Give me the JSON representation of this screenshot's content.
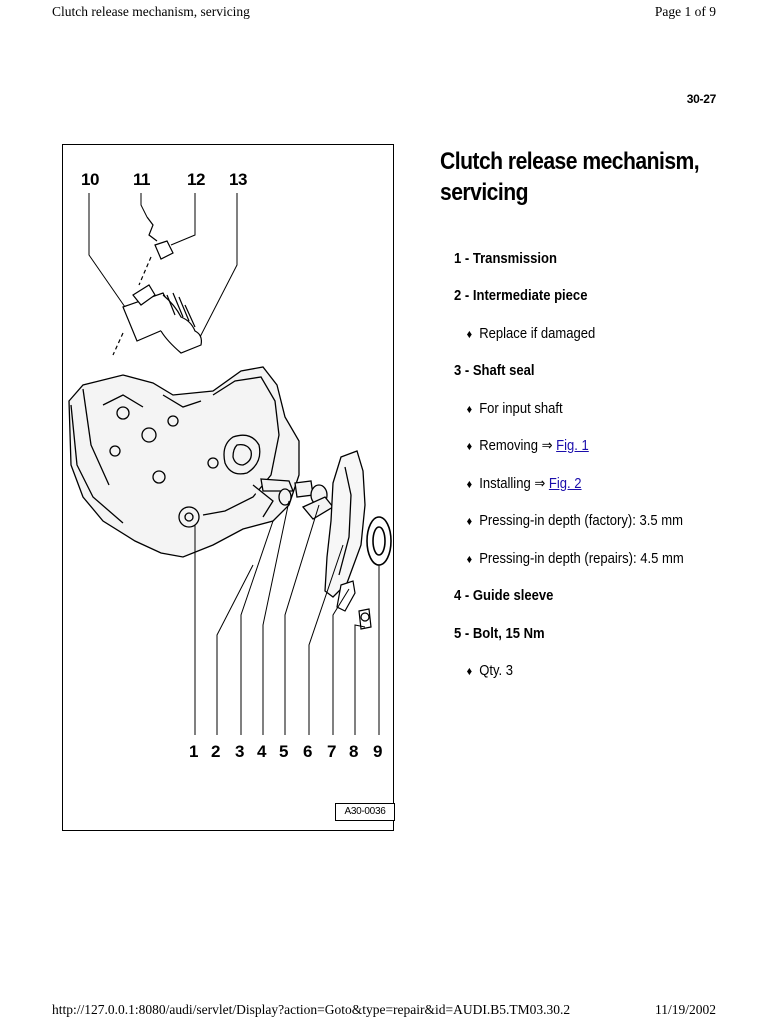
{
  "header": {
    "doc_title": "Clutch release mechanism, servicing",
    "page_indicator": "Page 1 of 9"
  },
  "page_code": "30-27",
  "figure": {
    "callouts_top": [
      "10",
      "11",
      "12",
      "13"
    ],
    "callouts_bottom": [
      "1",
      "2",
      "3",
      "4",
      "5",
      "6",
      "7",
      "8",
      "9"
    ],
    "figure_code": "A30-0036"
  },
  "section": {
    "title_line1": "Clutch release mechanism,",
    "title_line2": "servicing"
  },
  "items": [
    {
      "kind": "main",
      "text": "1 - Transmission"
    },
    {
      "kind": "main",
      "text": "2 - Intermediate piece"
    },
    {
      "kind": "sub",
      "bullet": "♦",
      "text": "Replace if damaged"
    },
    {
      "kind": "main",
      "text": "3 - Shaft seal"
    },
    {
      "kind": "sub",
      "bullet": "♦",
      "text": "For input shaft"
    },
    {
      "kind": "sub",
      "bullet": "♦",
      "text": "Removing ⇒ ",
      "link": "Fig. 1"
    },
    {
      "kind": "sub",
      "bullet": "♦",
      "text": "Installing ⇒ ",
      "link": "Fig. 2"
    },
    {
      "kind": "sub",
      "bullet": "♦",
      "text": "Pressing-in depth (factory): 3.5 mm"
    },
    {
      "kind": "sub",
      "bullet": "♦",
      "text": "Pressing-in depth (repairs): 4.5 mm"
    },
    {
      "kind": "main",
      "text": "4 - Guide sleeve"
    },
    {
      "kind": "main",
      "text": "5 - Bolt, 15 Nm"
    },
    {
      "kind": "sub",
      "bullet": "♦",
      "text": "Qty. 3"
    }
  ],
  "footer": {
    "url": "http://127.0.0.1:8080/audi/servlet/Display?action=Goto&type=repair&id=AUDI.B5.TM03.30.2",
    "date": "11/19/2002"
  }
}
